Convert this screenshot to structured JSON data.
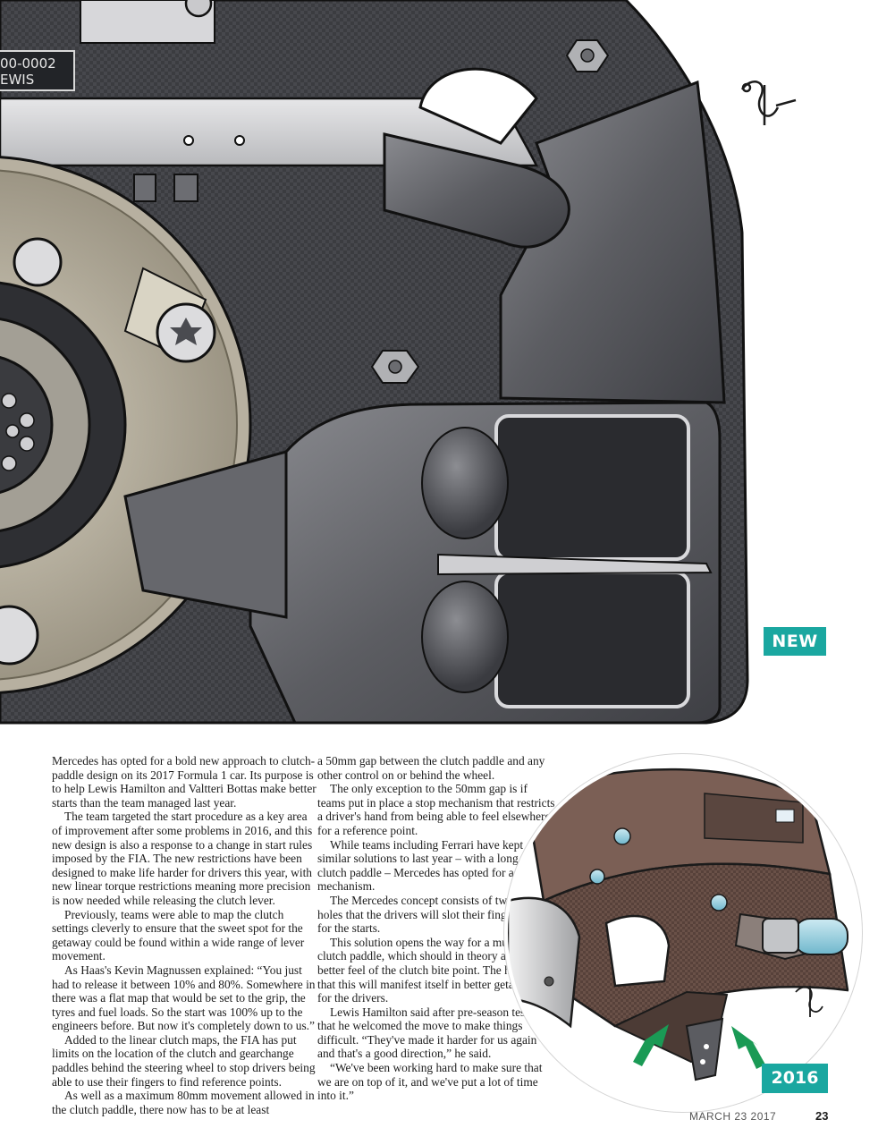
{
  "illustration_new": {
    "plate_line1": "00-0002",
    "plate_line2": "EWIS",
    "label": "NEW"
  },
  "illustration_2016": {
    "label": "2016"
  },
  "article": {
    "column1": [
      "Mercedes has opted for a bold new approach to clutch-paddle design on its 2017 Formula 1 car. Its purpose is to help Lewis Hamilton and Valtteri Bottas make better starts than the team managed last year.",
      "The team targeted the start procedure as a key area of improvement after some problems in 2016, and this new design is also a response to a change in start rules imposed by the FIA. The new restrictions have been designed to make life harder for drivers this year, with new linear torque restrictions meaning more precision is now needed while releasing the clutch lever.",
      "Previously, teams were able to map the clutch settings cleverly to ensure that the sweet spot for the getaway could be found within a wide range of lever movement.",
      "As Haas's Kevin Magnussen explained: “You just had to release it between 10% and 80%. Somewhere in there was a flat map that would be set to the grip, the tyres and fuel loads. So the start was 100% up to the engineers before. But now it's completely down to us.”",
      "Added to the linear clutch maps, the FIA has put limits on the location of the clutch and gearchange paddles behind the steering wheel to stop drivers being able to use their fingers to find reference points.",
      "As well as a maximum 80mm movement allowed in the clutch paddle, there now has to be at least"
    ],
    "column2": [
      "a 50mm gap between the clutch paddle and any other control on or behind the wheel.",
      "The only exception to the 50mm gap is if teams put in place a stop mechanism that restricts a driver's hand from being able to feel elsewhere for a reference point.",
      "While teams including Ferrari have kept similar solutions to last year – with a long single-clutch paddle – Mercedes has opted for a stop mechanism.",
      "The Mercedes concept consists of two long holes that the drivers will slot their fingers into for the starts.",
      "This solution opens the way for a much larger clutch paddle, which should in theory allow for a better feel of the clutch bite point. The hope is that this will manifest itself in better getaways for the drivers.",
      "Lewis Hamilton said after pre-season testing that he welcomed the move to make things difficult. “They've made it harder for us again and that's a good direction,” he said.",
      "“We've been working hard to make sure that we are on top of it, and we've put a lot of time into it.”"
    ]
  },
  "footer": {
    "date": "MARCH 23 2017",
    "page_number": "23"
  },
  "colors": {
    "accent": "#1aa7a0",
    "carbon": "#4a4b50",
    "paddle": "#5e5f64",
    "arrow": "#1a9a55"
  }
}
